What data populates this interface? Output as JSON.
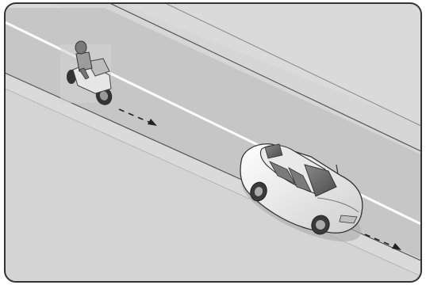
{
  "scene": {
    "vehicles": [
      {
        "kind": "motorcycle-with-rider",
        "heading": "down-right"
      },
      {
        "kind": "sedan-car",
        "heading": "down-right"
      }
    ],
    "motion_arrows": [
      {
        "follows": "motorcycle",
        "style": "dashed"
      },
      {
        "follows": "car",
        "style": "dashed"
      }
    ]
  },
  "colors": {
    "background": "#dcdcdc",
    "road": "#c8c8c8",
    "center_line": "#ffffff",
    "border": "#333333",
    "car_body": "#f2f2f2",
    "car_glass": "#6a6a6a"
  }
}
